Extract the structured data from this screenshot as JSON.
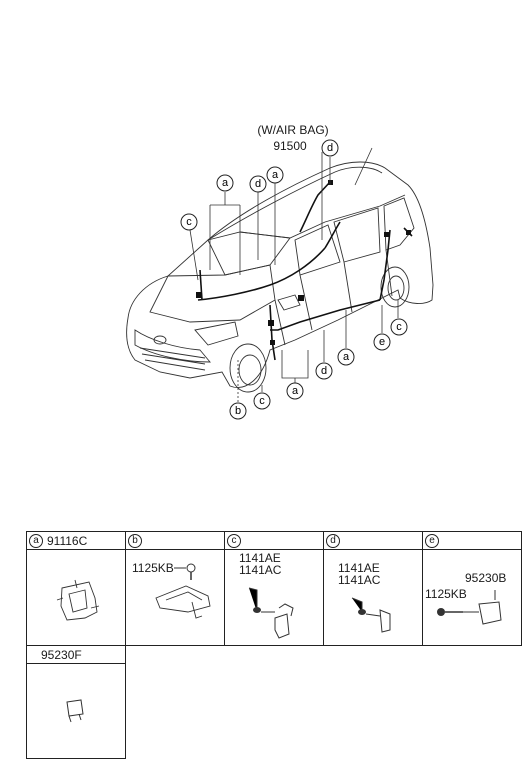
{
  "diagram": {
    "note": "(W/AIR BAG)",
    "main_part": "91500",
    "callouts_left": [
      "a",
      "d",
      "a",
      "c"
    ],
    "callouts_top": [
      "d"
    ],
    "callouts_bottom": [
      "b",
      "c",
      "a",
      "d",
      "a",
      "e",
      "c"
    ]
  },
  "table": {
    "headers": [
      {
        "letter": "a",
        "part": "91116C"
      },
      {
        "letter": "b",
        "part": ""
      },
      {
        "letter": "c",
        "part": ""
      },
      {
        "letter": "d",
        "part": ""
      },
      {
        "letter": "e",
        "part": ""
      }
    ],
    "cells": {
      "b_label": "1125KB",
      "c_label1": "1141AE",
      "c_label2": "1141AC",
      "d_label1": "1141AE",
      "d_label2": "1141AC",
      "e_label1": "95230B",
      "e_label2": "1125KB"
    },
    "extra_header": "95230F"
  }
}
